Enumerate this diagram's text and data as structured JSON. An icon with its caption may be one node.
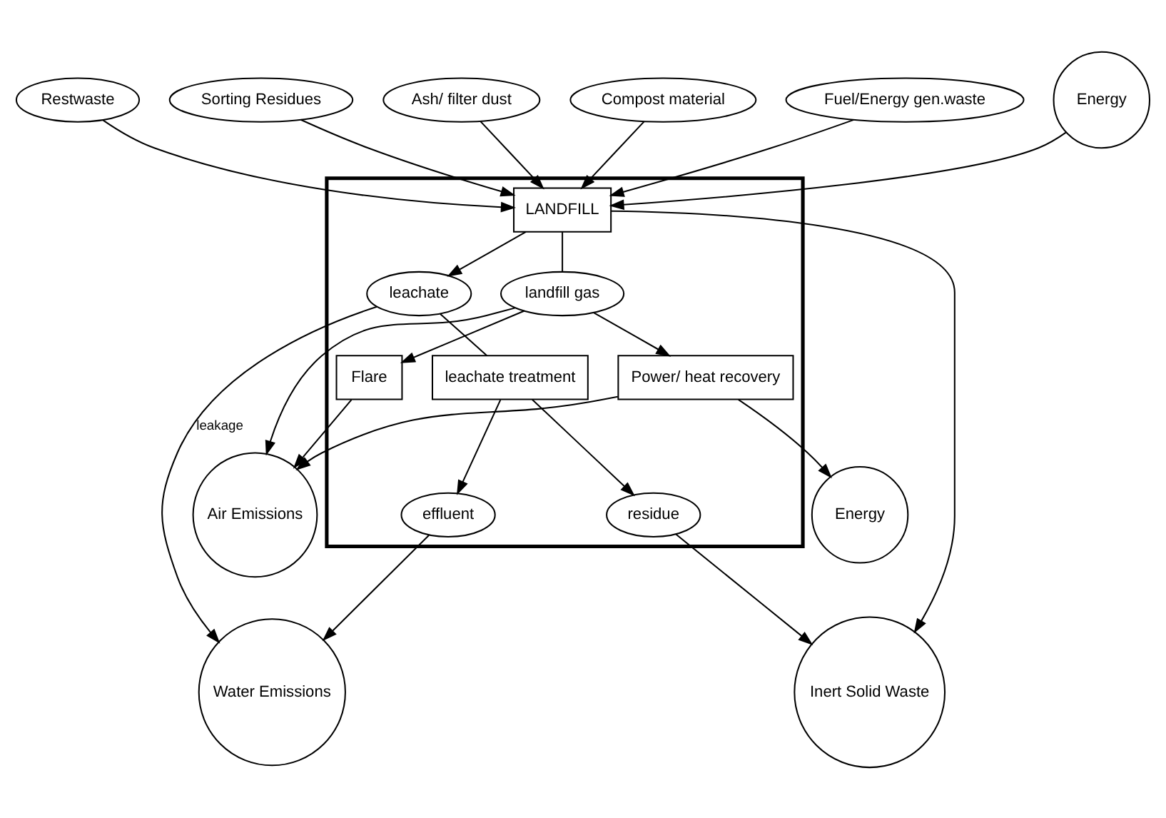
{
  "diagram": {
    "nodes": [
      {
        "text": [
          "Restwaste"
        ]
      },
      {
        "text": [
          "Sorting Residues"
        ]
      },
      {
        "text": [
          "Ash/ filter dust"
        ]
      },
      {
        "text": [
          "Compost material"
        ]
      },
      {
        "text": [
          "Fuel/Energy gen.waste"
        ]
      },
      {
        "text": [],
        "shape": "box"
      },
      {
        "text": [
          "LANDFILL"
        ],
        "in": 5
      },
      {
        "text": [
          "landfill gas"
        ],
        "in": 5
      },
      {
        "text": [
          "Power/ heat recovery"
        ],
        "in": 5
      },
      {
        "text": [
          "Flare"
        ],
        "in": 5
      },
      {
        "text": [
          "leachate"
        ],
        "in": 5
      },
      {
        "text": [
          "leachate treatment"
        ],
        "in": 5
      },
      {
        "text": [
          "effluent"
        ],
        "in": 5
      },
      {
        "text": [
          "residue"
        ],
        "in": 5
      },
      {
        "text": [
          "Energy"
        ]
      },
      {
        "text": [
          "Energy"
        ]
      },
      {
        "text": [
          "Air Emissions"
        ]
      },
      {
        "text": [
          "Water Emissions"
        ]
      },
      {
        "text": [
          "Inert Solid Waste"
        ]
      }
    ],
    "edges": [
      {
        "from": 0,
        "to": 6,
        "arrow": "to"
      },
      {
        "from": 1,
        "to": 6,
        "arrow": "to"
      },
      {
        "from": 2,
        "to": 6,
        "arrow": "to"
      },
      {
        "from": 3,
        "to": 6,
        "arrow": "to"
      },
      {
        "from": 4,
        "to": 6,
        "arrow": "to"
      },
      {
        "from": 14,
        "to": 6,
        "arrow": "to"
      },
      {
        "from": 6,
        "to": 7,
        "arrow": "none"
      },
      {
        "from": 7,
        "to": 8,
        "arrow": "to"
      },
      {
        "from": 7,
        "to": 9,
        "arrow": "to"
      },
      {
        "from": 7,
        "to": 16,
        "arrow": "to"
      },
      {
        "from": 8,
        "to": 15,
        "arrow": "to"
      },
      {
        "from": 8,
        "to": 16,
        "arrow": "to"
      },
      {
        "from": 9,
        "to": 16,
        "arrow": "to"
      },
      {
        "from": 6,
        "to": 10,
        "arrow": "to"
      },
      {
        "from": 10,
        "to": 11,
        "arrow": "none"
      },
      {
        "from": 10,
        "to": 17,
        "arrow": "to",
        "label": "leakage"
      },
      {
        "from": 11,
        "to": 12,
        "arrow": "to"
      },
      {
        "from": 12,
        "to": 17,
        "arrow": "to"
      },
      {
        "from": 11,
        "to": 13,
        "arrow": "to"
      },
      {
        "from": 13,
        "to": 18,
        "arrow": "to"
      },
      {
        "from": 6,
        "to": 18,
        "arrow": "to"
      }
    ]
  }
}
